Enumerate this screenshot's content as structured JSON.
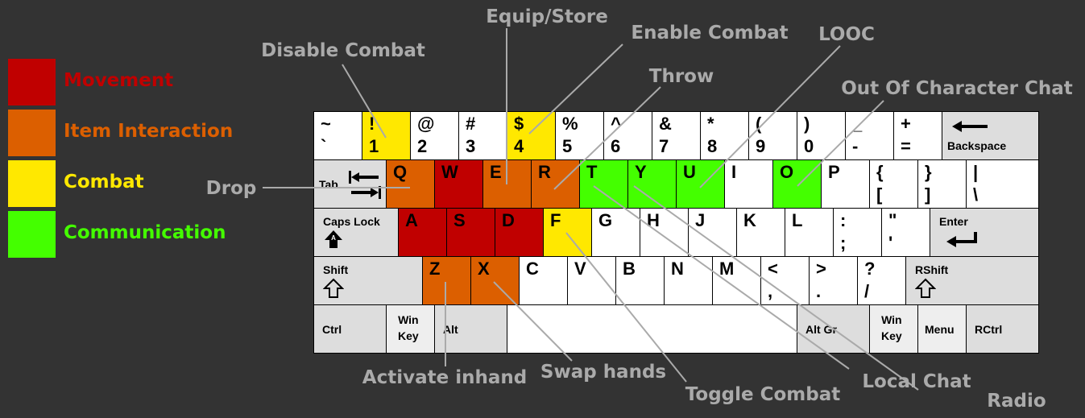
{
  "legend": [
    {
      "label": "Movement",
      "color": "#c00000"
    },
    {
      "label": "Item Interaction",
      "color": "#dc5f00"
    },
    {
      "label": "Combat",
      "color": "#ffe800"
    },
    {
      "label": "Communication",
      "color": "#44ff00"
    }
  ],
  "callout_color": "#aaaaaa",
  "callouts": [
    {
      "id": "disable-combat",
      "text": "Disable Combat",
      "key": "1"
    },
    {
      "id": "equip-store",
      "text": "Equip/Store",
      "key": "E"
    },
    {
      "id": "enable-combat",
      "text": "Enable Combat",
      "key": "4"
    },
    {
      "id": "throw",
      "text": "Throw",
      "key": "R"
    },
    {
      "id": "looc",
      "text": "LOOC",
      "key": "U"
    },
    {
      "id": "ooc",
      "text": "Out Of Character Chat",
      "key": "O"
    },
    {
      "id": "drop",
      "text": "Drop",
      "key": "Q"
    },
    {
      "id": "activate-inhand",
      "text": "Activate inhand",
      "key": "Z"
    },
    {
      "id": "swap-hands",
      "text": "Swap hands",
      "key": "X"
    },
    {
      "id": "toggle-combat",
      "text": "Toggle Combat",
      "key": "F"
    },
    {
      "id": "local-chat",
      "text": "Local Chat",
      "key": "T"
    },
    {
      "id": "radio",
      "text": "Radio",
      "key": "Y"
    }
  ],
  "keyboard": {
    "rows": [
      [
        {
          "t": "~",
          "b": "`"
        },
        {
          "t": "!",
          "b": "1",
          "cat": "combat"
        },
        {
          "t": "@",
          "b": "2"
        },
        {
          "t": "#",
          "b": "3"
        },
        {
          "t": "$",
          "b": "4",
          "cat": "combat"
        },
        {
          "t": "%",
          "b": "5"
        },
        {
          "t": "^",
          "b": "6"
        },
        {
          "t": "&",
          "b": "7"
        },
        {
          "t": "*",
          "b": "8"
        },
        {
          "t": "(",
          "b": "9"
        },
        {
          "t": ")",
          "b": "0"
        },
        {
          "t": "_",
          "b": "-"
        },
        {
          "t": "+",
          "b": "="
        },
        {
          "s": "Backspace",
          "cat": "gray",
          "icon": "backspace-arrow-icon"
        }
      ],
      [
        {
          "s": "Tab",
          "cat": "gray",
          "icon": "tab-arrows-icon"
        },
        {
          "t": "Q",
          "cat": "item"
        },
        {
          "t": "W",
          "cat": "mov"
        },
        {
          "t": "E",
          "cat": "item"
        },
        {
          "t": "R",
          "cat": "item"
        },
        {
          "t": "T",
          "cat": "comm"
        },
        {
          "t": "Y",
          "cat": "comm"
        },
        {
          "t": "U",
          "cat": "comm"
        },
        {
          "t": "I"
        },
        {
          "t": "O",
          "cat": "comm"
        },
        {
          "t": "P"
        },
        {
          "t": "{",
          "b": "["
        },
        {
          "t": "}",
          "b": "]"
        },
        {
          "t": "|",
          "b": "\\"
        }
      ],
      [
        {
          "s": "Caps Lock",
          "cat": "gray",
          "icon": "caps-lock-icon"
        },
        {
          "t": "A",
          "cat": "mov"
        },
        {
          "t": "S",
          "cat": "mov"
        },
        {
          "t": "D",
          "cat": "mov"
        },
        {
          "t": "F",
          "cat": "combat"
        },
        {
          "t": "G"
        },
        {
          "t": "H"
        },
        {
          "t": "J"
        },
        {
          "t": "K"
        },
        {
          "t": "L"
        },
        {
          "t": ":",
          "b": ";"
        },
        {
          "t": "\"",
          "b": "'"
        },
        {
          "s": "Enter",
          "cat": "gray",
          "icon": "enter-arrow-icon"
        }
      ],
      [
        {
          "s": "Shift",
          "cat": "gray",
          "icon": "shift-arrow-icon"
        },
        {
          "t": "Z",
          "cat": "item"
        },
        {
          "t": "X",
          "cat": "item"
        },
        {
          "t": "C"
        },
        {
          "t": "V"
        },
        {
          "t": "B"
        },
        {
          "t": "N"
        },
        {
          "t": "M"
        },
        {
          "t": "<",
          "b": ","
        },
        {
          "t": ">",
          "b": "."
        },
        {
          "t": "?",
          "b": "/"
        },
        {
          "s": "RShift",
          "cat": "gray",
          "icon": "shift-arrow-icon"
        }
      ],
      [
        {
          "s": "Ctrl",
          "cat": "gray"
        },
        {
          "s": "Win\nKey",
          "cat": "light"
        },
        {
          "s": "Alt",
          "cat": "gray"
        },
        {
          "s": ""
        },
        {
          "s": "Alt Gr",
          "cat": "gray"
        },
        {
          "s": "Win\nKey",
          "cat": "light"
        },
        {
          "s": "Menu",
          "cat": "light"
        },
        {
          "s": "RCtrl",
          "cat": "gray"
        }
      ]
    ]
  }
}
